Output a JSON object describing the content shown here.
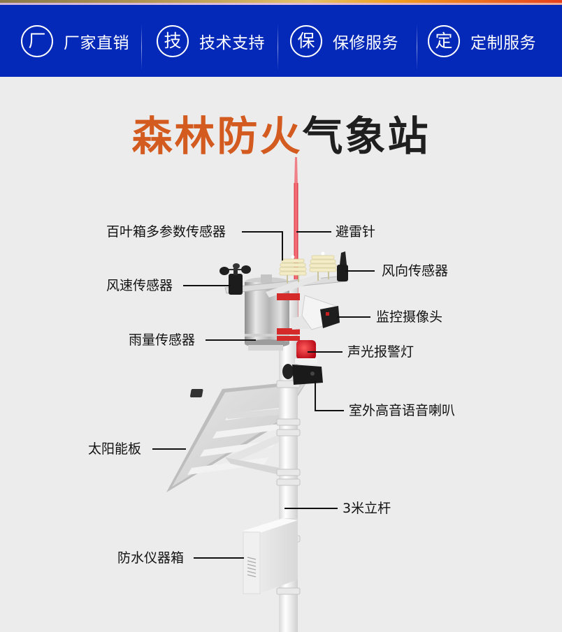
{
  "header": {
    "items": [
      {
        "icon_char": "厂",
        "icon": "factory-circle-icon",
        "label": "厂家直销"
      },
      {
        "icon_char": "技",
        "icon": "tech-circle-icon",
        "label": "技术支持"
      },
      {
        "icon_char": "保",
        "icon": "warranty-circle-icon",
        "label": "保修服务"
      },
      {
        "icon_char": "定",
        "icon": "custom-circle-icon",
        "label": "定制服务"
      }
    ],
    "background": "#0429b8"
  },
  "title": {
    "highlight": "森林防火",
    "rest": "气象站",
    "highlight_color": "#d35b1f",
    "rest_color": "#1f1f1f"
  },
  "callouts": {
    "louver_sensor": "百叶箱多参数传感器",
    "lightning_rod": "避雷针",
    "wind_direction": "风向传感器",
    "wind_speed": "风速传感器",
    "camera": "监控摄像头",
    "rain_gauge": "雨量传感器",
    "alarm_light": "声光报警灯",
    "speaker": "室外高音语音喇叭",
    "solar_panel": "太阳能板",
    "pole": "3米立杆",
    "instrument_box": "防水仪器箱"
  }
}
